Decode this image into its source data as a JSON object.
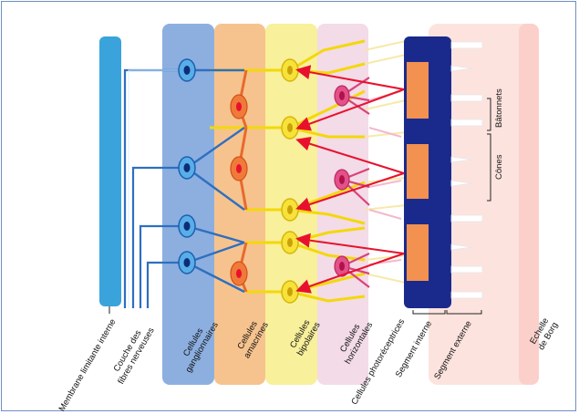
{
  "labels": {
    "membrane": "Membrane limitante interne",
    "fibres_1": "Couche des",
    "fibres_2": "fibres nerveuses",
    "ganglion_1": "Cellules",
    "ganglion_2": "ganglionnaires",
    "amacrine_1": "Cellules",
    "amacrine_2": "amacrines",
    "bipolar_1": "Cellules",
    "bipolar_2": "bipolaires",
    "horizontal_1": "Cellules",
    "horizontal_2": "horizontales",
    "photoreceptor": "Cellules photoréceptrices",
    "inner_segment": "Segment interne",
    "outer_segment": "Segment externe",
    "bruch_1": "Echelle",
    "bruch_2": "de Borg",
    "rods": "Bâtonnets",
    "cones": "Cônes"
  },
  "colors": {
    "membrane": "#3aa3db",
    "ganglion_band": "#8aaee0",
    "amacrine_band": "#f6c08a",
    "bipolar_band": "#f8f098",
    "horizontal_band": "#f2d6e6",
    "outer_band": "#fde0dc",
    "photoreceptor_block": "#1a2a8c",
    "photoreceptor_square": "#f29150",
    "signal_arrow": "#e8112d"
  }
}
